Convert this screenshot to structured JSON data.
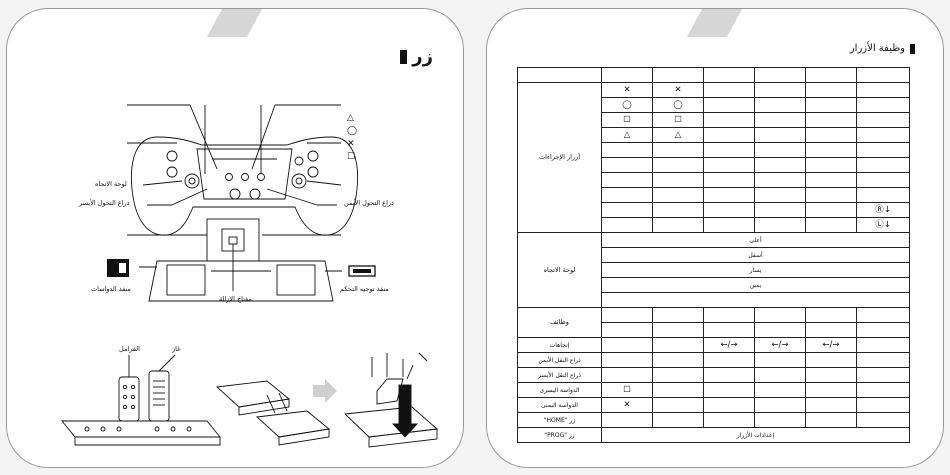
{
  "left_page": {
    "title": "زر",
    "labels": {
      "dpad": "لوحة الاتجاه",
      "left_stick": "ذراع التحول الأيسر",
      "right_stick": "ذراع التحول الأيمن",
      "pedal_port": "منفذ الدواسات",
      "console_port": "منفذ توجيه التحكم",
      "mode_switch": "مفتاح الإزالة",
      "brake": "الفرامل",
      "gas": "غاز"
    },
    "face_symbols": [
      "△",
      "◯",
      "✕",
      "☐"
    ]
  },
  "right_page": {
    "title": "وظيفة الأزرار",
    "table": {
      "header": [
        "",
        "",
        "",
        "",
        "",
        "",
        ""
      ],
      "action_group": "أزرار الإجراءات",
      "action_rows": [
        [
          "✕",
          "✕",
          "",
          "",
          "",
          ""
        ],
        [
          "◯",
          "◯",
          "",
          "",
          "",
          ""
        ],
        [
          "☐",
          "☐",
          "",
          "",
          "",
          ""
        ],
        [
          "△",
          "△",
          "",
          "",
          "",
          ""
        ],
        [
          "",
          "",
          "",
          "",
          "",
          ""
        ],
        [
          "",
          "",
          "",
          "",
          "",
          ""
        ],
        [
          "",
          "",
          "",
          "",
          "",
          ""
        ],
        [
          "",
          "",
          "",
          "",
          "",
          ""
        ],
        [
          "",
          "",
          "",
          "",
          "",
          "Ⓡ↓"
        ],
        [
          "",
          "",
          "",
          "",
          "",
          "Ⓛ↓"
        ]
      ],
      "dpad_group": "لوحة الاتجاه",
      "dpad_rows": [
        "أعلى",
        "أسفل",
        "يسار",
        "يمين"
      ],
      "functions_label": "وظائف",
      "lower_rows": [
        {
          "label": "إتجاهات",
          "cells": [
            "",
            "",
            "←/→",
            "←/→",
            "←/→",
            ""
          ]
        },
        {
          "label": "ذراع النقل الأيمن",
          "cells": [
            "",
            "",
            "",
            "",
            "",
            ""
          ]
        },
        {
          "label": "ذراع النقل الأيسر",
          "cells": [
            "",
            "",
            "",
            "",
            "",
            ""
          ]
        },
        {
          "label": "الدواسة اليسرى",
          "cells": [
            "☐",
            "",
            "",
            "",
            "",
            ""
          ]
        },
        {
          "label": "الدواسة اليمنى",
          "cells": [
            "✕",
            "",
            "",
            "",
            "",
            ""
          ]
        },
        {
          "label": "زر \"HOME\"",
          "cells": [
            "",
            "",
            "",
            "",
            "",
            ""
          ]
        }
      ],
      "prog_label": "زر \"PROG\"",
      "prog_value": "إعدادات الأزرار"
    }
  }
}
